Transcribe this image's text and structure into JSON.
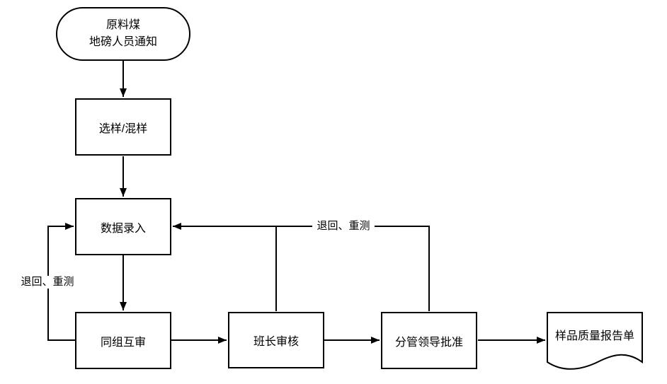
{
  "diagram": {
    "nodes": {
      "start": {
        "shape": "terminator",
        "line1": "原料煤",
        "line2": "地磅人员通知"
      },
      "sampling": {
        "shape": "process",
        "label": "选样/混样"
      },
      "data_entry": {
        "shape": "process",
        "label": "数据录入"
      },
      "peer_review": {
        "shape": "process",
        "label": "同组互审"
      },
      "foreman_review": {
        "shape": "process",
        "label": "班长审核"
      },
      "leader_approval": {
        "shape": "process",
        "label": "分管领导批准"
      },
      "report": {
        "shape": "document",
        "label": "样品质量报告单"
      }
    },
    "edge_labels": {
      "left_return": "退回、重测",
      "top_return": "退回、重测"
    },
    "colors": {
      "line": "#000000",
      "text": "#000000",
      "shape_fill": "#ffffff",
      "background": "#ffffff"
    }
  }
}
